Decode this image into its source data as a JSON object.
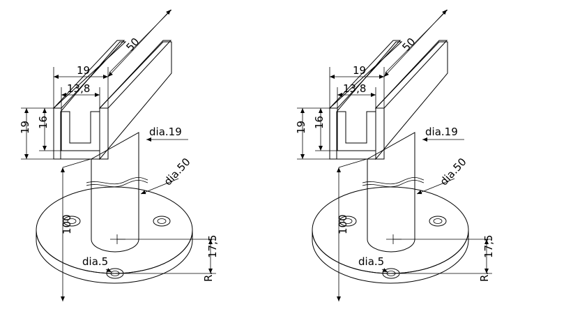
{
  "figures": [
    {
      "style": "line-drawing",
      "colors": {
        "base_top": "#ffffff",
        "base_side": "#ffffff",
        "post": "#ffffff",
        "channel_front": "#ffffff",
        "channel_side": "#ffffff",
        "channel_inner": "#ffffff"
      },
      "labels": {
        "length": "50",
        "outer_width": "19",
        "inner_width": "13,8",
        "outer_height": "19",
        "inner_height": "16",
        "post_diameter": "dia.19",
        "base_diameter": "dia.50",
        "height": "100",
        "hole_diameter": "dia.5",
        "hole_radius": "17,5",
        "radius_prefix": "R."
      }
    },
    {
      "style": "shaded",
      "colors": {
        "base_top": "#555555",
        "base_side": "#c8c8c8",
        "post": "#cccccc",
        "channel_front": "#555555",
        "channel_side": "#cccccc",
        "channel_inner": "#444444"
      },
      "labels": {
        "length": "50",
        "outer_width": "19",
        "inner_width": "13,8",
        "outer_height": "19",
        "inner_height": "16",
        "post_diameter": "dia.19",
        "base_diameter": "dia.50",
        "height": "100",
        "hole_diameter": "dia.5",
        "hole_radius": "17,5",
        "radius_prefix": "R."
      }
    }
  ]
}
